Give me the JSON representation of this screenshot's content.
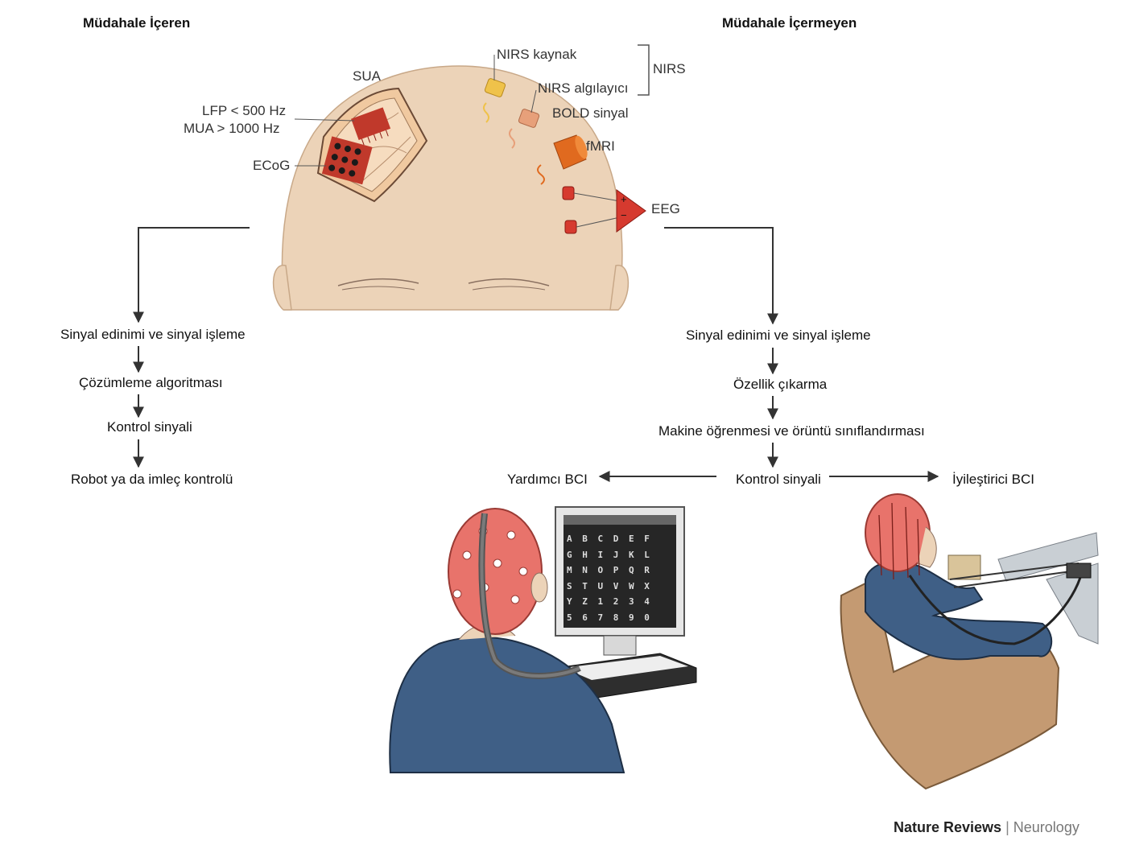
{
  "headings": {
    "invasive": "Müdahale İçeren",
    "noninvasive": "Müdahale İçermeyen"
  },
  "head_labels": {
    "sua": "SUA",
    "lfp": "LFP < 500 Hz",
    "mua": "MUA > 1000 Hz",
    "ecog": "ECoG",
    "nirs_source": "NIRS kaynak",
    "nirs_detector": "NIRS algılayıcı",
    "nirs": "NIRS",
    "bold": "BOLD sinyal",
    "fmri": "fMRI",
    "eeg": "EEG",
    "plus": "+",
    "minus": "−"
  },
  "left_flow": [
    "Sinyal edinimi ve sinyal işleme",
    "Çözümleme algoritması",
    "Kontrol sinyali",
    "Robot ya da imleç kontrolü"
  ],
  "right_flow": [
    "Sinyal edinimi ve sinyal işleme",
    "Özellik çıkarma",
    "Makine öğrenmesi ve örüntü sınıflandırması",
    "Kontrol sinyali"
  ],
  "outputs": {
    "assistive": "Yardımcı BCI",
    "rehab": "İyileştirici BCI"
  },
  "speller_rows": [
    "A B C D E F",
    "G H I J K L",
    "M N O P Q R",
    "S T U V W X",
    "Y Z 1 2 3 4",
    "5 6 7 8 9 0"
  ],
  "credit": {
    "journal": "Nature Reviews",
    "separator": "|",
    "section": "Neurology"
  },
  "colors": {
    "skin": "#ecd3b8",
    "cap": "#e8736b",
    "shirt": "#3f5f86",
    "chair": "#c49a72",
    "eeg": "#d63a2f",
    "fmri": "#e06a1f",
    "nirs_source": "#efc24a",
    "nirs_detector": "#e7a07a",
    "arrow": "#333333"
  }
}
